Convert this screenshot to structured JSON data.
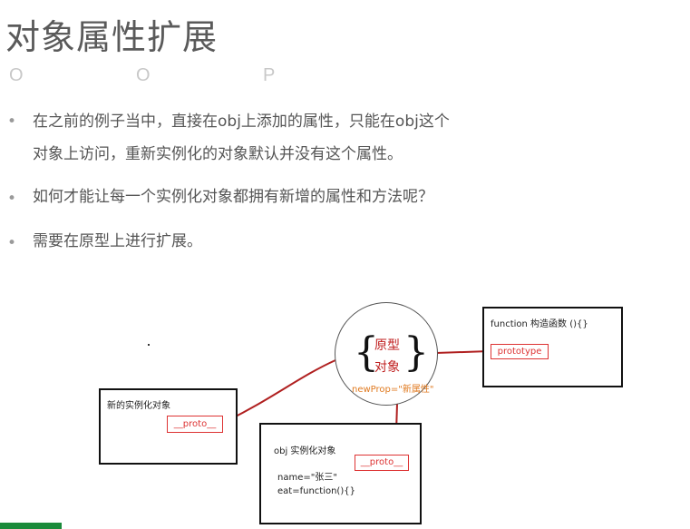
{
  "title": "对象属性扩展",
  "oop": [
    "O",
    "O",
    "P"
  ],
  "bullets": [
    {
      "lines": [
        "在之前的例子当中，直接在obj上添加的属性，只能在obj这个",
        "对象上访问，重新实例化的对象默认并没有这个属性。"
      ]
    },
    {
      "lines": [
        "如何才能让每一个实例化对象都拥有新增的属性和方法呢？"
      ]
    },
    {
      "lines": [
        "需要在原型上进行扩展。"
      ]
    }
  ],
  "bullet_symbol": "•",
  "diagram": {
    "prototype_node": {
      "line1": "原型",
      "line2": "对象",
      "newprop": "newProp=\"新属性\"",
      "brace_left": "{",
      "brace_right": "}"
    },
    "constructor_box": {
      "label": "function 构造函数 (){}",
      "slot": "prototype"
    },
    "new_instance_box": {
      "label": "新的实例化对象",
      "slot": "__proto__"
    },
    "obj_box": {
      "label": "obj 实例化对象",
      "slot": "__proto__",
      "name_line": "name=\"张三\"",
      "eat_line": "eat=function(){}"
    }
  },
  "colors": {
    "link_line": "#b02020",
    "slot_border": "#dd3333",
    "newprop": "#e07a20",
    "accent_bar": "#1a8a3a"
  }
}
